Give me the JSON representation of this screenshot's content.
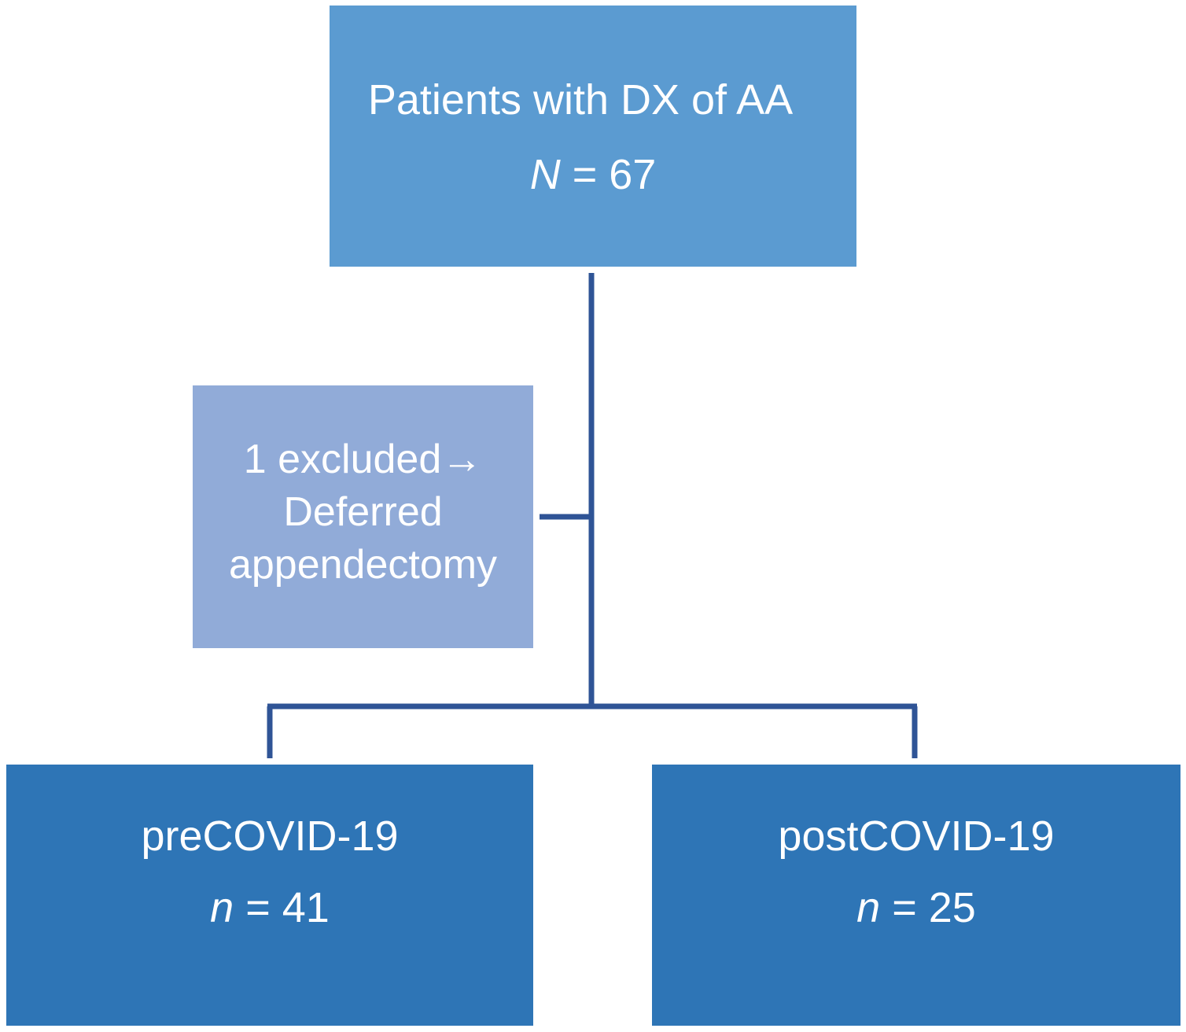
{
  "boxes": {
    "total": {
      "title": "Patients with DX of AA",
      "count_symbol": "N",
      "count_value": "= 67"
    },
    "excluded": {
      "line1": "1 excluded→",
      "line2": "Deferred",
      "line3": "appendectomy"
    },
    "pre": {
      "title": "preCOVID-19",
      "count_symbol": "n",
      "count_value": "= 41"
    },
    "post": {
      "title": "postCOVID-19",
      "count_symbol": "n",
      "count_value": "= 25"
    }
  },
  "colors": {
    "top_box": "#5b9bd1",
    "excluded_box": "#91abd8",
    "group_box": "#2e75b6",
    "connector": "#2f5496",
    "text": "#ffffff"
  }
}
